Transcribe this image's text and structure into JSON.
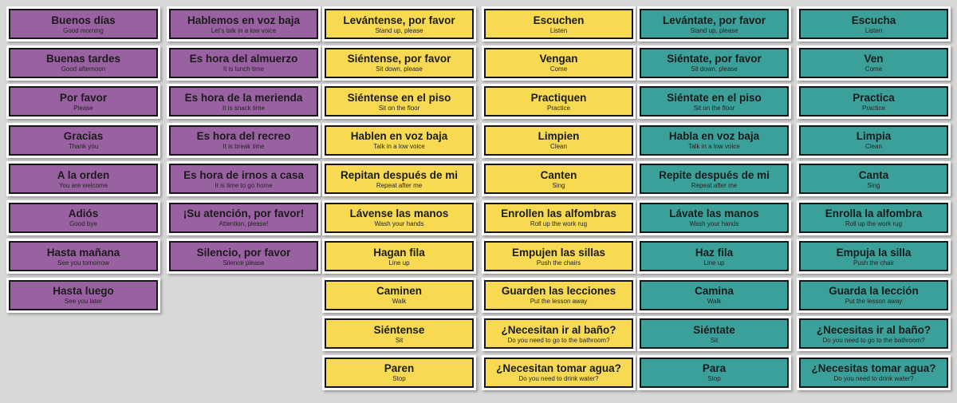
{
  "page": {
    "description": "Spanish classroom phrase flashcards sheet",
    "background": "#d8d8d8"
  },
  "colors": {
    "purple": "#9a61a2",
    "yellow": "#f7da52",
    "teal": "#3aa099",
    "card_frame": "#ffffff",
    "card_border": "#161616",
    "text": "#1b1b1b"
  },
  "columns": [
    {
      "name": "greetings-courtesy",
      "color": "purple",
      "cards": [
        {
          "es": "Buenos días",
          "en": "Good morning"
        },
        {
          "es": "Buenas tardes",
          "en": "Good afternoon"
        },
        {
          "es": "Por favor",
          "en": "Please"
        },
        {
          "es": "Gracias",
          "en": "Thank you"
        },
        {
          "es": "A la orden",
          "en": "You are welcome"
        },
        {
          "es": "Adiós",
          "en": "Good bye"
        },
        {
          "es": "Hasta mañana",
          "en": "See you tomorrow"
        },
        {
          "es": "Hasta luego",
          "en": "See you later"
        }
      ]
    },
    {
      "name": "class-time-phrases",
      "color": "purple",
      "cards": [
        {
          "es": "Hablemos en voz baja",
          "en": "Let's talk in a low voice"
        },
        {
          "es": "Es hora del almuerzo",
          "en": "It is lunch time"
        },
        {
          "es": "Es hora de la merienda",
          "en": "It is snack time"
        },
        {
          "es": "Es hora del recreo",
          "en": "It is break time"
        },
        {
          "es": "Es hora de irnos a casa",
          "en": "It is time to go home"
        },
        {
          "es": "¡Su atención, por favor!",
          "en": "Attention, please!"
        },
        {
          "es": "Silencio, por favor",
          "en": "Silence please"
        }
      ]
    },
    {
      "name": "commands-plural-a",
      "color": "yellow",
      "cards": [
        {
          "es": "Levántense, por favor",
          "en": "Stand up, please"
        },
        {
          "es": "Siéntense, por favor",
          "en": "Sit down, please"
        },
        {
          "es": "Siéntense en el piso",
          "en": "Sit on the floor"
        },
        {
          "es": "Hablen en voz baja",
          "en": "Talk in a low voice"
        },
        {
          "es": "Repitan después de mi",
          "en": "Repeat after me"
        },
        {
          "es": "Lávense las manos",
          "en": "Wash your hands"
        },
        {
          "es": "Hagan fila",
          "en": "Line up"
        },
        {
          "es": "Caminen",
          "en": "Walk"
        },
        {
          "es": "Siéntense",
          "en": "Sit"
        },
        {
          "es": "Paren",
          "en": "Stop"
        }
      ]
    },
    {
      "name": "commands-plural-b",
      "color": "yellow",
      "cards": [
        {
          "es": "Escuchen",
          "en": "Listen"
        },
        {
          "es": "Vengan",
          "en": "Come"
        },
        {
          "es": "Practiquen",
          "en": "Practice"
        },
        {
          "es": "Limpien",
          "en": "Clean"
        },
        {
          "es": "Canten",
          "en": "Sing"
        },
        {
          "es": "Enrollen las alfombras",
          "en": "Roll up the work rug"
        },
        {
          "es": "Empujen las sillas",
          "en": "Push the chairs"
        },
        {
          "es": "Guarden las lecciones",
          "en": "Put the lesson away"
        },
        {
          "es": "¿Necesitan ir al baño?",
          "en": "Do you need to go to the bathroom?"
        },
        {
          "es": "¿Necesitan tomar agua?",
          "en": "Do you need to drink water?"
        }
      ]
    },
    {
      "name": "commands-singular-a",
      "color": "teal",
      "cards": [
        {
          "es": "Levántate, por favor",
          "en": "Stand up, please"
        },
        {
          "es": "Siéntate, por favor",
          "en": "Sit down, please"
        },
        {
          "es": "Siéntate en el piso",
          "en": "Sit on the floor"
        },
        {
          "es": "Habla en voz baja",
          "en": "Talk in a low voice"
        },
        {
          "es": "Repite después de mi",
          "en": "Repeat after me"
        },
        {
          "es": "Lávate las manos",
          "en": "Wash your hands"
        },
        {
          "es": "Haz fila",
          "en": "Line up"
        },
        {
          "es": "Camina",
          "en": "Walk"
        },
        {
          "es": "Siéntate",
          "en": "Sit"
        },
        {
          "es": "Para",
          "en": "Stop"
        }
      ]
    },
    {
      "name": "commands-singular-b",
      "color": "teal",
      "cards": [
        {
          "es": "Escucha",
          "en": "Listen"
        },
        {
          "es": "Ven",
          "en": "Come"
        },
        {
          "es": "Practica",
          "en": "Practice"
        },
        {
          "es": "Limpia",
          "en": "Clean"
        },
        {
          "es": "Canta",
          "en": "Sing"
        },
        {
          "es": "Enrolla la alfombra",
          "en": "Roll up the work rug"
        },
        {
          "es": "Empuja la silla",
          "en": "Push the chair"
        },
        {
          "es": "Guarda la lección",
          "en": "Put the lesson away"
        },
        {
          "es": "¿Necesitas ir al baño?",
          "en": "Do you need to go to the bathroom?"
        },
        {
          "es": "¿Necesitas tomar agua?",
          "en": "Do you need to drink water?"
        }
      ]
    }
  ]
}
